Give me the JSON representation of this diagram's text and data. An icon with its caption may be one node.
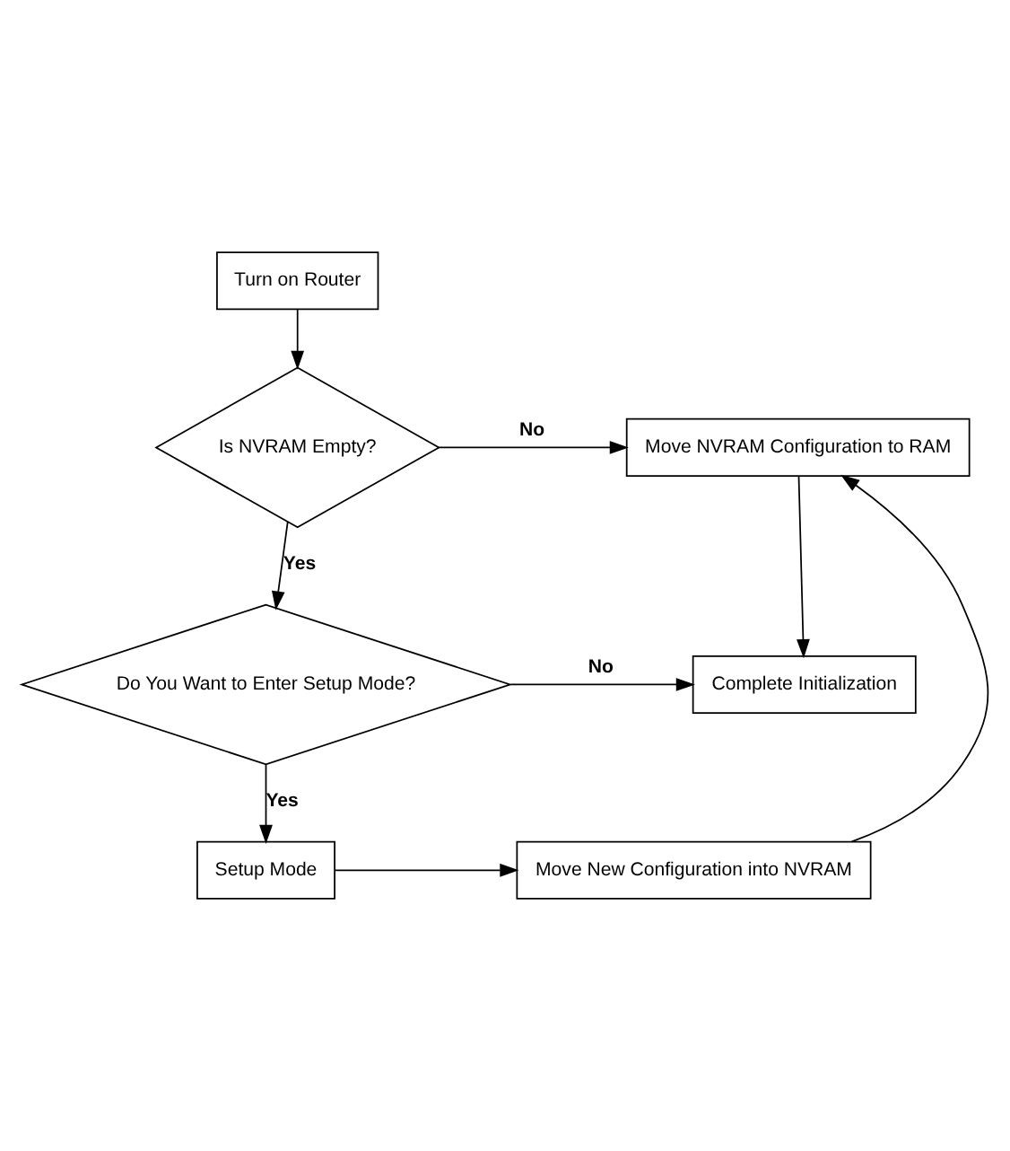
{
  "diagram": {
    "nodes": [
      {
        "text": [
          "Turn on Router"
        ]
      },
      {
        "text": [
          "Is NVRAM Empty?"
        ]
      },
      {
        "text": [
          "Move NVRAM Configuration to RAM"
        ]
      },
      {
        "text": [
          "Do You Want to Enter Setup Mode?"
        ]
      },
      {
        "text": [
          "Complete Initialization"
        ]
      },
      {
        "text": [
          "Setup Mode"
        ]
      },
      {
        "text": [
          "Move New Configuration into NVRAM"
        ]
      }
    ],
    "edges": [
      {
        "from": 0,
        "to": 1,
        "arrow": "to"
      },
      {
        "from": 1,
        "to": 2,
        "arrow": "to",
        "label": "No"
      },
      {
        "from": 1,
        "to": 3,
        "arrow": "to",
        "label": "Yes"
      },
      {
        "from": 2,
        "to": 4,
        "arrow": "to"
      },
      {
        "from": 3,
        "to": 4,
        "arrow": "to",
        "label": "No"
      },
      {
        "from": 3,
        "to": 5,
        "arrow": "to",
        "label": "Yes"
      },
      {
        "from": 5,
        "to": 6,
        "arrow": "to"
      },
      {
        "from": 6,
        "to": 2,
        "arrow": "to"
      }
    ]
  }
}
